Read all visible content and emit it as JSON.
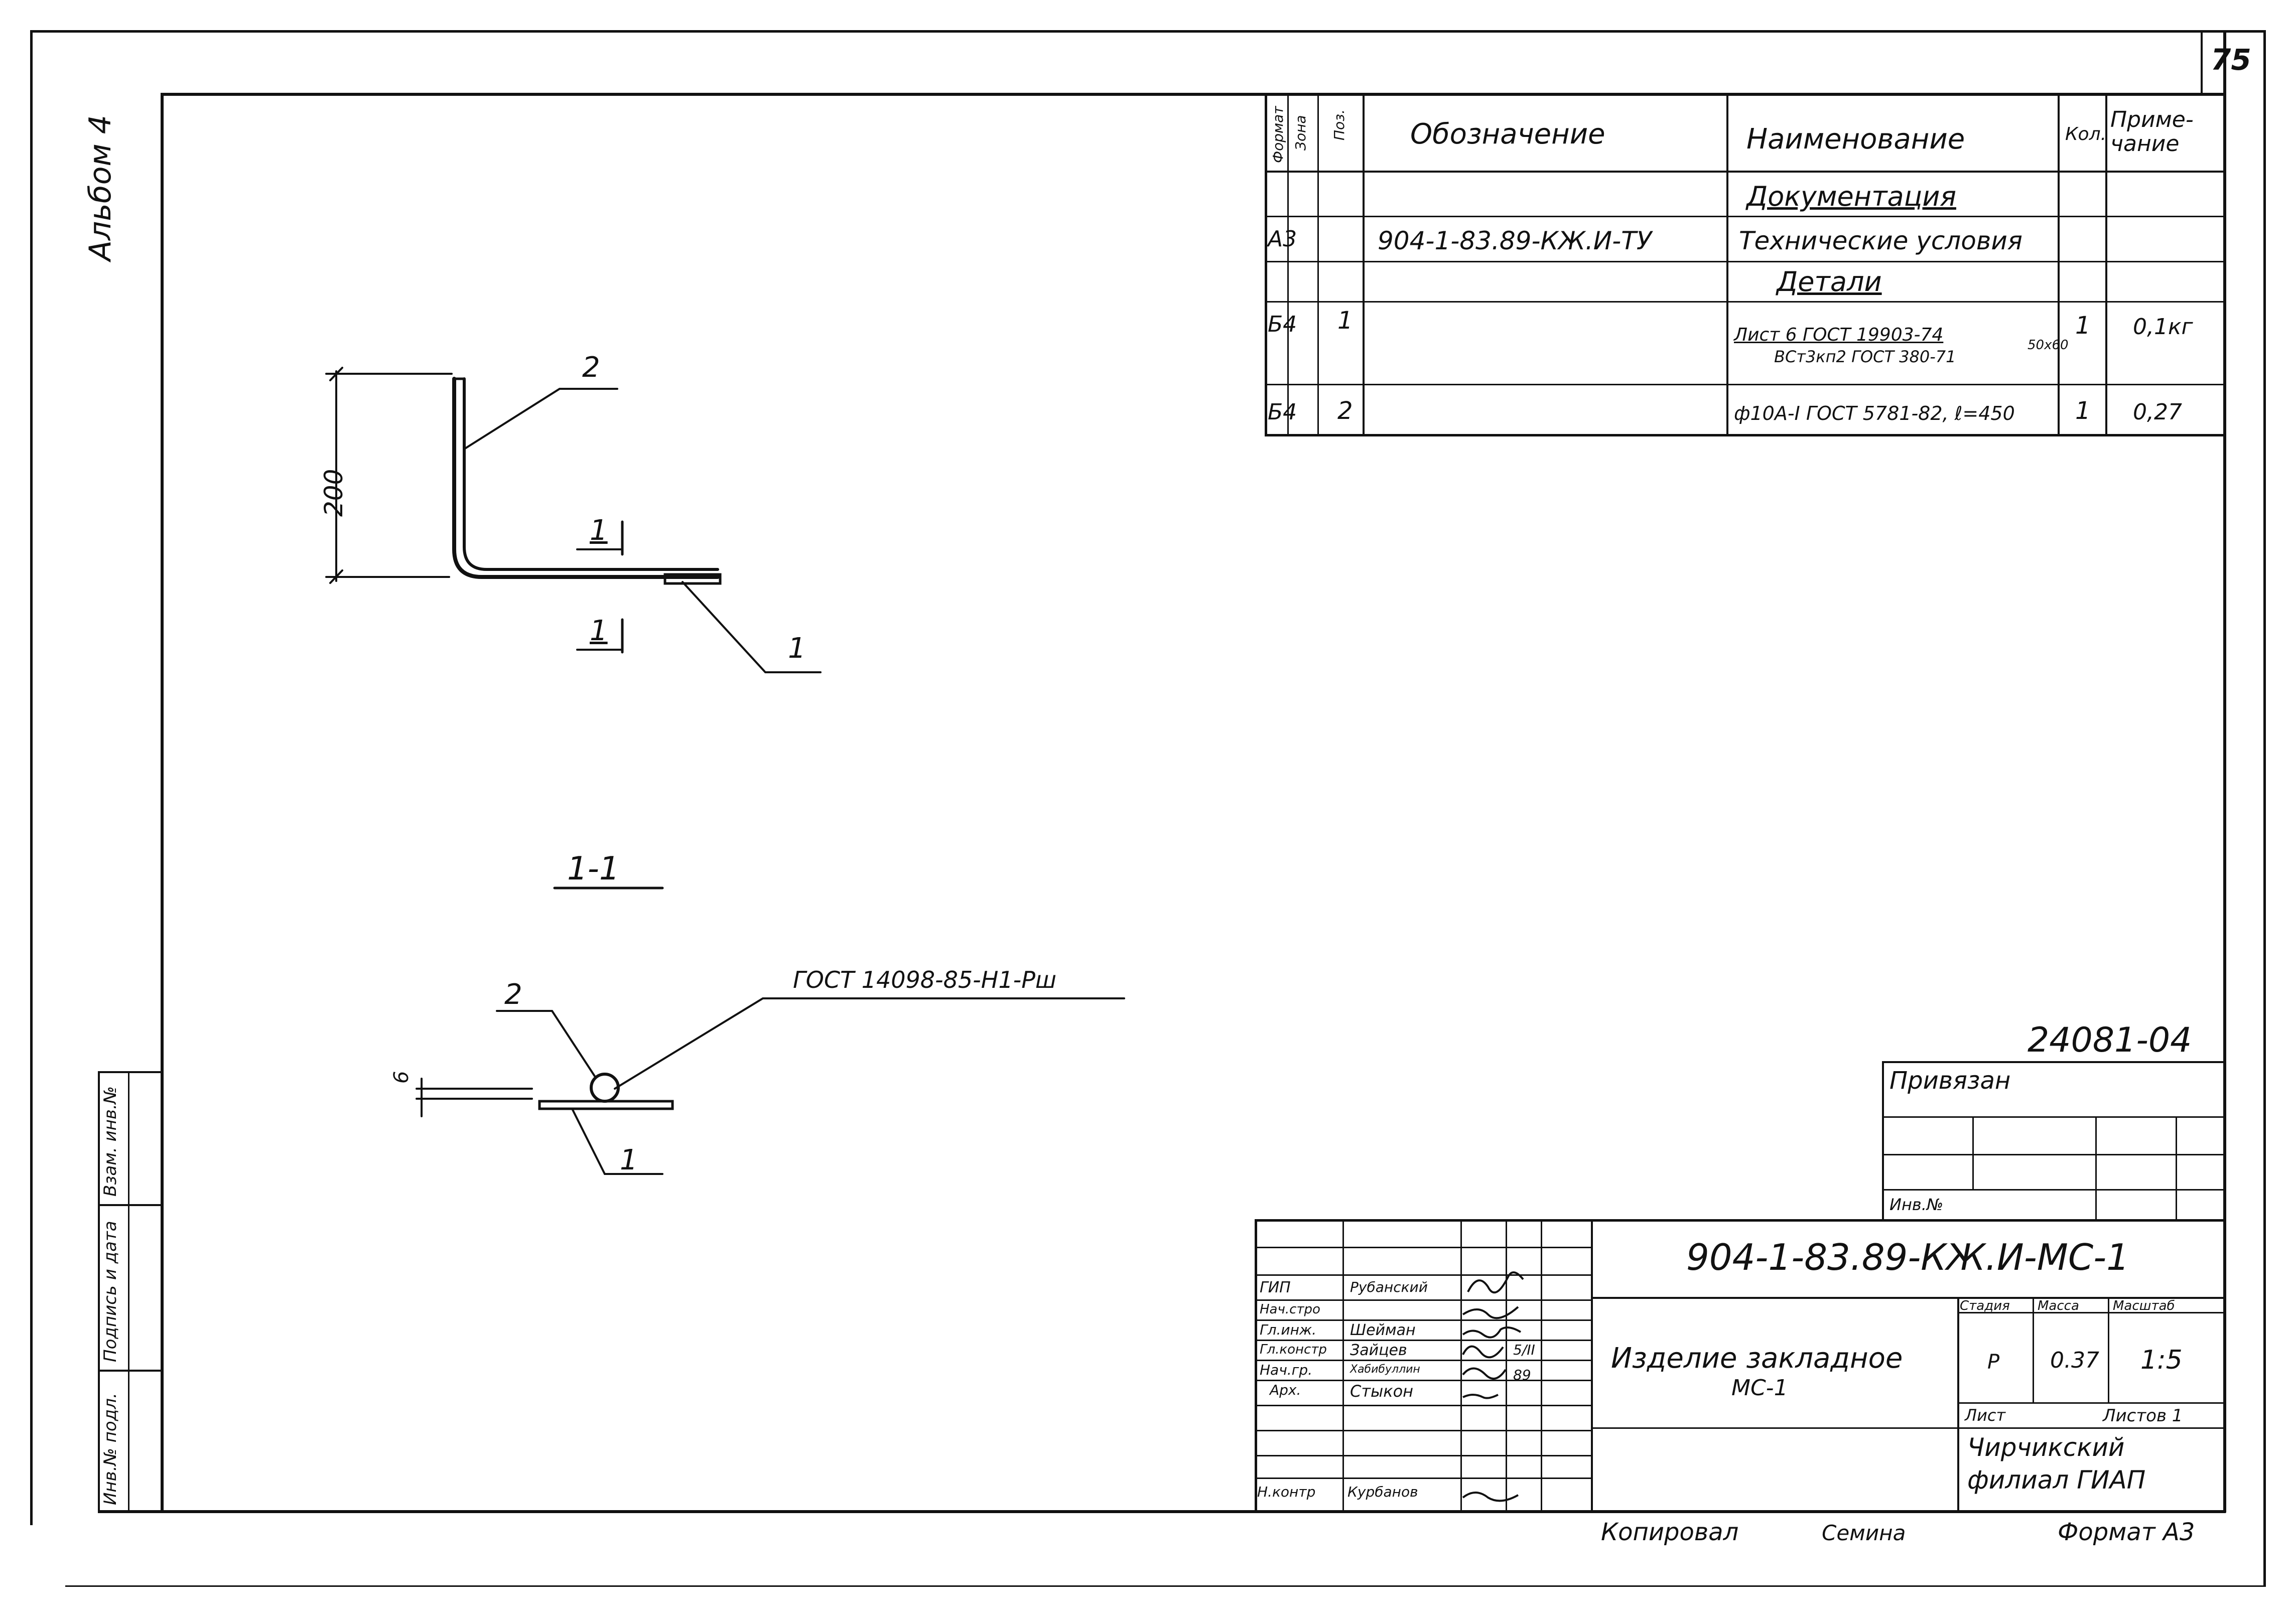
{
  "sheet": {
    "number": "75",
    "album": "Альбом 4"
  },
  "spec_table": {
    "headers": {
      "format": "Формат",
      "zone": "Зона",
      "pos": "Поз.",
      "designation": "Обозначение",
      "name": "Наименование",
      "qty": "Кол.",
      "note": "Приме-\nчание"
    },
    "section_documentation": "Документация",
    "row_doc": {
      "format": "А3",
      "designation": "904-1-83.89-КЖ.И-ТУ",
      "name": "Технические условия"
    },
    "section_details": "Детали",
    "row_1": {
      "format": "Б4",
      "pos": "1",
      "name_line1": "Лист 6 ГОСТ 19903-74",
      "name_line2": "ВСт3кп2 ГОСТ 380-71",
      "name_suffix": "50х60",
      "qty": "1",
      "note": "0,1кг"
    },
    "row_2": {
      "format": "Б4",
      "pos": "2",
      "name": "ф10А-I ГОСТ 5781-82, ℓ=450",
      "qty": "1",
      "note": "0,27"
    }
  },
  "drawing": {
    "dim_200": "200",
    "label_pos2_top": "2",
    "label_pos1_top": "1",
    "cut_mark_upper": "1",
    "cut_mark_lower": "1",
    "section_title": "1-1",
    "weld_label": "ГОСТ 14098-85-Н1-Рш",
    "label_pos2_section": "2",
    "label_pos1_section": "1",
    "dim_6": "6"
  },
  "binding": {
    "code": "24081-04",
    "title": "Привязан",
    "inv_label": "Инв.№"
  },
  "left_stamp": {
    "inv_orig": "Инв.№ подл.",
    "signature_date": "Подпись и дата",
    "replaces": "Взам. инв.№"
  },
  "title_block": {
    "document_code": "904-1-83.89-КЖ.И-МС-1",
    "product_name_line1": "Изделие закладное",
    "product_name_line2": "МС-1",
    "stage_label": "Стадия",
    "mass_label": "Масса",
    "scale_label": "Масштаб",
    "stage": "Р",
    "mass": "0.37",
    "scale": "1:5",
    "sheet_label": "Лист",
    "sheets_label": "Листов 1",
    "org_line1": "Чирчикский",
    "org_line2": "филиал ГИАП",
    "roles": [
      {
        "role": "ГИП",
        "name": "Рубанский"
      },
      {
        "role": "Нач.стро",
        "name": ""
      },
      {
        "role": "Гл.инж.",
        "name": "Шейман"
      },
      {
        "role": "Гл.констр",
        "name": "Зайцев"
      },
      {
        "role": "Нач.гр.",
        "name": "Хабибуллин"
      },
      {
        "role": "Арх.",
        "name": "Стыкон"
      },
      {
        "role": "",
        "name": ""
      },
      {
        "role": "Н.контр",
        "name": "Курбанов"
      }
    ],
    "date_fragment": "5/II",
    "year_fragment": "89"
  },
  "footer": {
    "copied": "Копировал",
    "copier_name": "Семина",
    "format": "Формат А3"
  }
}
